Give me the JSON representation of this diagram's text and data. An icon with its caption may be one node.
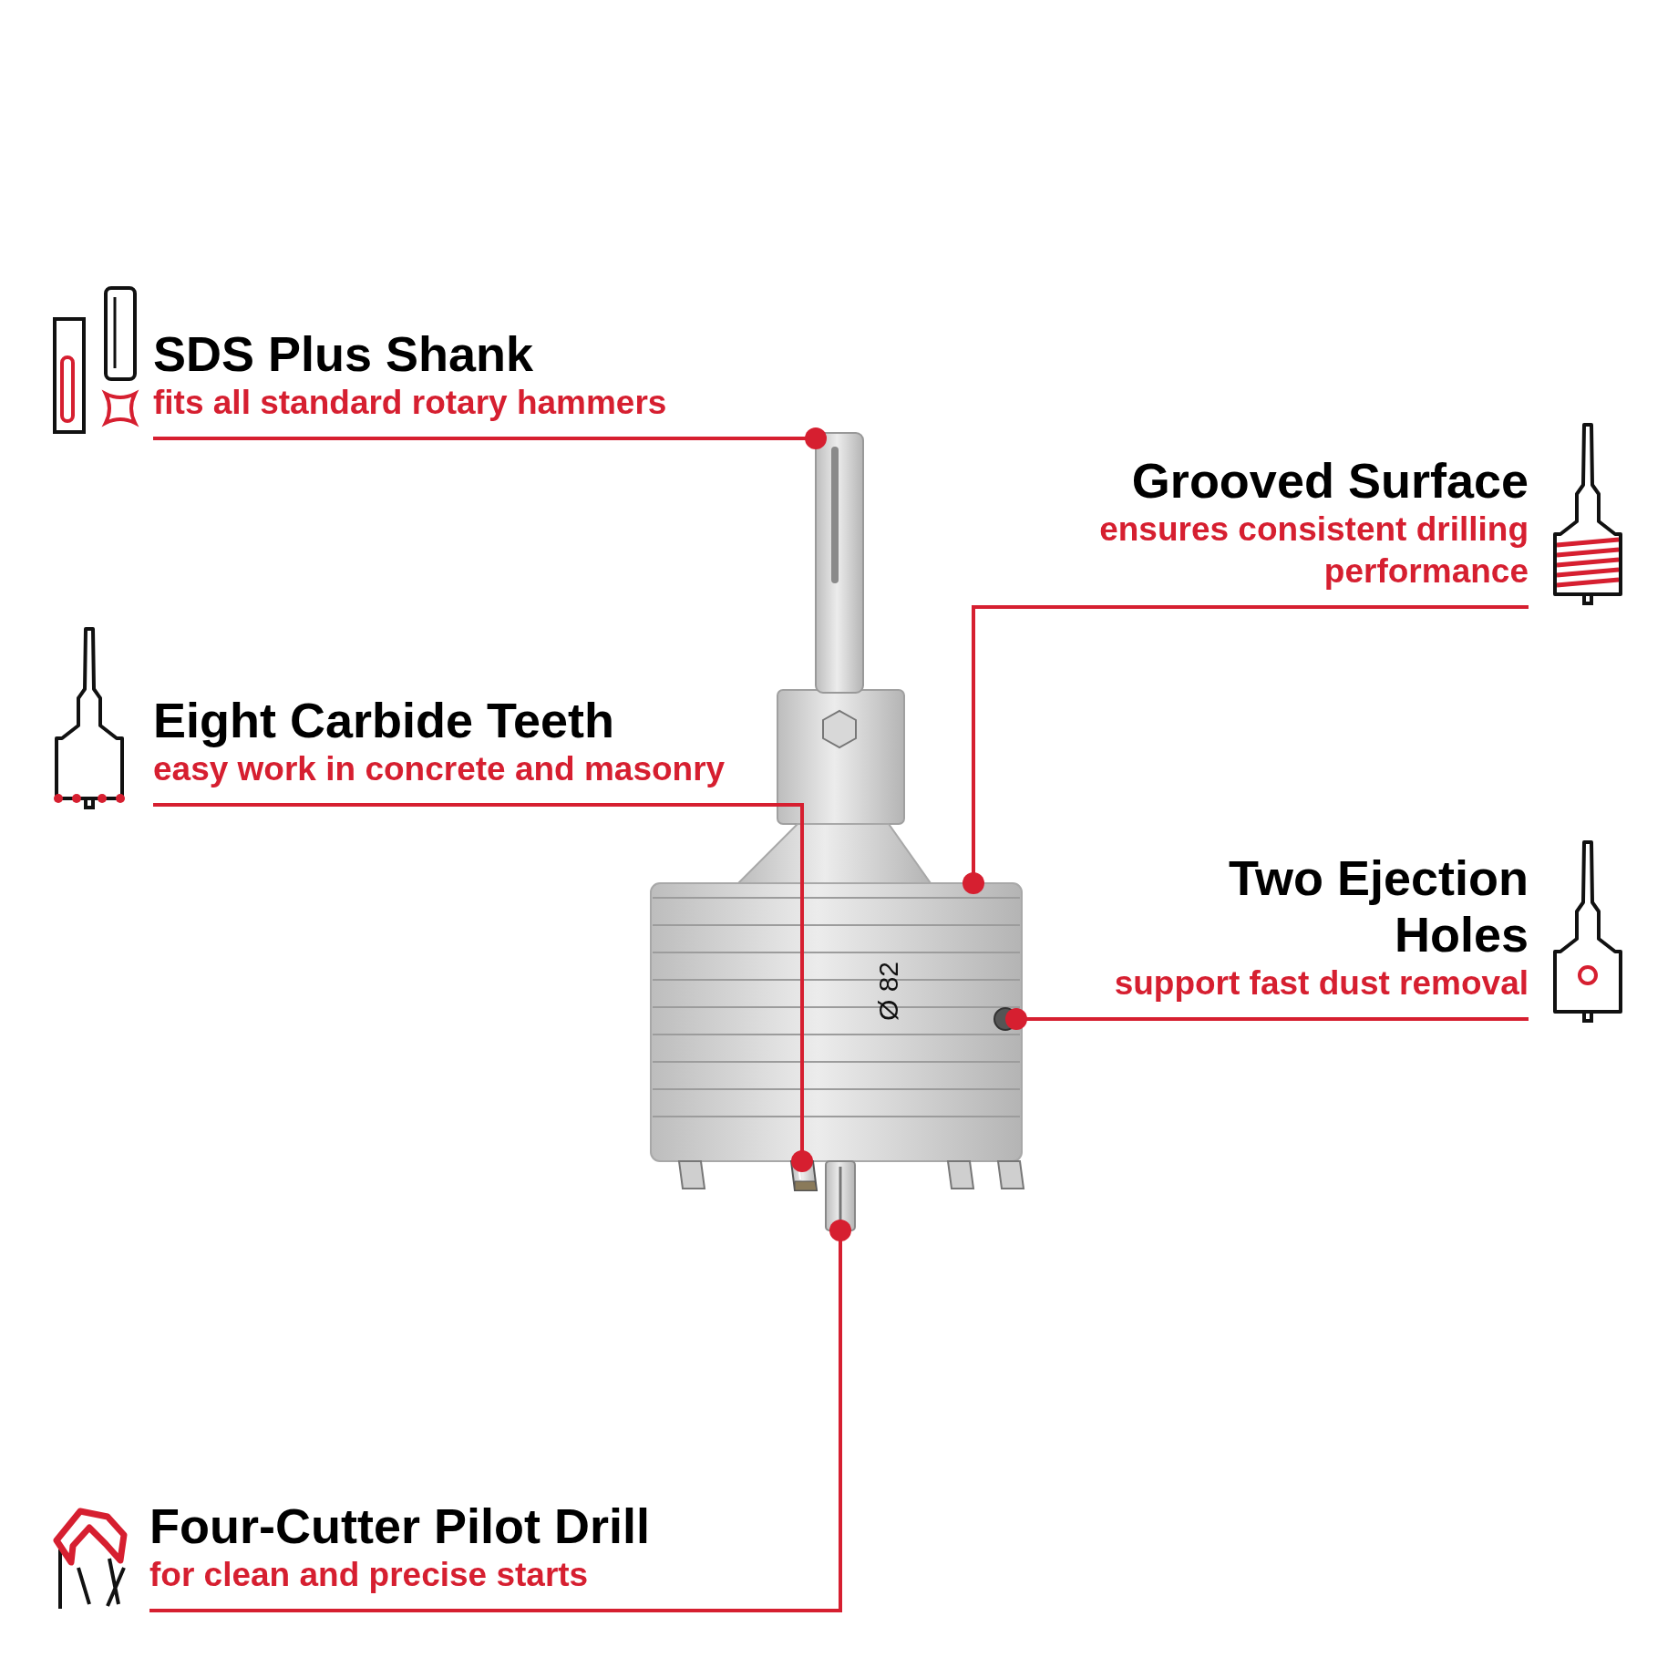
{
  "diagram": {
    "nodes": [
      {
        "text": [
          "SDS Plus Shank",
          "fits all standard rotary hammers"
        ]
      },
      {
        "text": [
          "Grooved Surface",
          "ensures consistent drilling performance"
        ]
      },
      {
        "text": [
          "Eight Carbide Teeth",
          "easy work in concrete and masonry"
        ]
      },
      {
        "text": [
          "Two Ejection Holes",
          "support fast dust removal"
        ]
      },
      {
        "text": [
          "Four-Cutter Pilot Drill",
          "for clean and precise starts"
        ]
      },
      {
        "text": [],
        "shape": "picture"
      },
      {
        "text": [],
        "shape": "picture"
      },
      {
        "text": [],
        "shape": "picture",
        "in": 6
      },
      {
        "text": [],
        "shape": "picture"
      },
      {
        "text": [],
        "shape": "picture"
      }
    ],
    "edges": [
      {
        "from": 0,
        "to": 5,
        "arrow": "other"
      },
      {
        "from": 1,
        "to": 6,
        "arrow": "other"
      },
      {
        "from": 2,
        "to": 8,
        "arrow": "other"
      },
      {
        "from": 3,
        "to": 7,
        "arrow": "other"
      },
      {
        "from": 4,
        "to": 9,
        "arrow": "other"
      }
    ],
    "labels": [
      "Ø 82"
    ]
  }
}
